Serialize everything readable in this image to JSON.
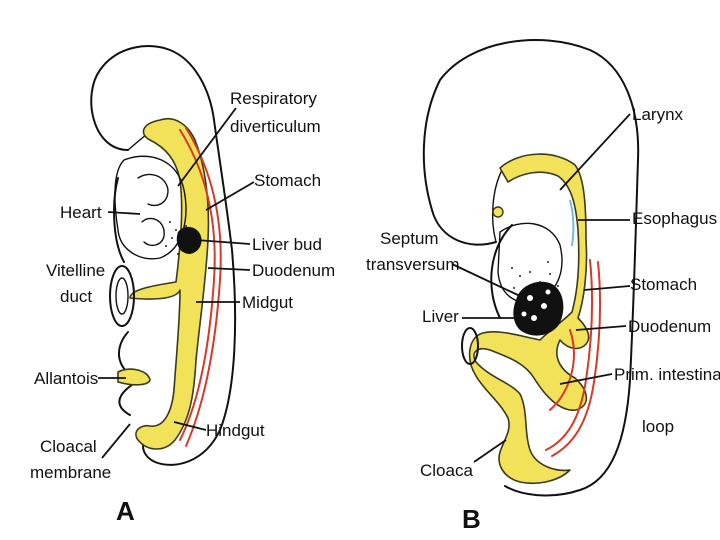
{
  "panel_a": {
    "letter": "A",
    "labels": {
      "respiratory_1": "Respiratory",
      "respiratory_2": "diverticulum",
      "stomach": "Stomach",
      "heart": "Heart",
      "liver_bud": "Liver bud",
      "duodenum": "Duodenum",
      "vitelline_1": "Vitelline",
      "vitelline_2": "duct",
      "midgut": "Midgut",
      "allantois": "Allantois",
      "hindgut": "Hindgut",
      "cloacal_1": "Cloacal",
      "cloacal_2": "membrane"
    }
  },
  "panel_b": {
    "letter": "B",
    "labels": {
      "larynx": "Larynx",
      "septum_1": "Septum",
      "septum_2": "transversum",
      "esophagus": "Esophagus",
      "stomach": "Stomach",
      "liver": "Liver",
      "duodenum": "Duodenum",
      "prim_1": "Prim. intestinal",
      "prim_2": "loop",
      "cloaca": "Cloaca"
    }
  },
  "colors": {
    "gut": "#f2e25a",
    "vessel": "#d43a2a",
    "outline": "#111111"
  }
}
